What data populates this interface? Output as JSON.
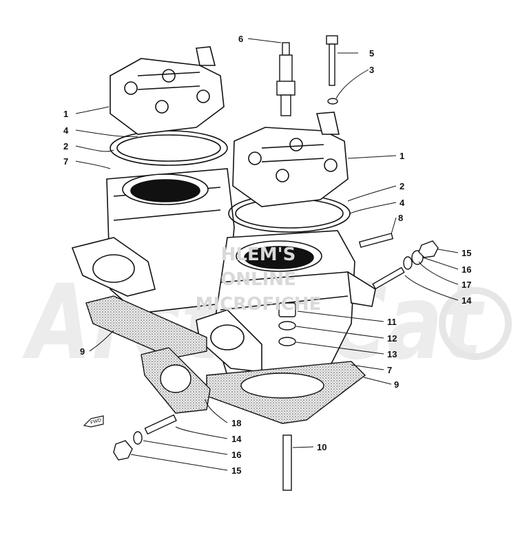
{
  "watermark": {
    "line1": "HLEM'S",
    "line2": "ONLINE",
    "line3": "MICROFICHE",
    "logo_text": "Arctic Cat"
  },
  "front_marker": "FWD",
  "callouts": [
    {
      "id": "c1a",
      "label": "1"
    },
    {
      "id": "c4a",
      "label": "4"
    },
    {
      "id": "c2a",
      "label": "2"
    },
    {
      "id": "c7a",
      "label": "7"
    },
    {
      "id": "c6",
      "label": "6"
    },
    {
      "id": "c5",
      "label": "5"
    },
    {
      "id": "c3",
      "label": "3"
    },
    {
      "id": "c1b",
      "label": "1"
    },
    {
      "id": "c2b",
      "label": "2"
    },
    {
      "id": "c4b",
      "label": "4"
    },
    {
      "id": "c8",
      "label": "8"
    },
    {
      "id": "c15a",
      "label": "15"
    },
    {
      "id": "c16a",
      "label": "16"
    },
    {
      "id": "c17",
      "label": "17"
    },
    {
      "id": "c14a",
      "label": "14"
    },
    {
      "id": "c11",
      "label": "11"
    },
    {
      "id": "c12",
      "label": "12"
    },
    {
      "id": "c13",
      "label": "13"
    },
    {
      "id": "c7b",
      "label": "7"
    },
    {
      "id": "c9b",
      "label": "9"
    },
    {
      "id": "c9a",
      "label": "9"
    },
    {
      "id": "c18",
      "label": "18"
    },
    {
      "id": "c14b",
      "label": "14"
    },
    {
      "id": "c16b",
      "label": "16"
    },
    {
      "id": "c15b",
      "label": "15"
    },
    {
      "id": "c10",
      "label": "10"
    }
  ]
}
